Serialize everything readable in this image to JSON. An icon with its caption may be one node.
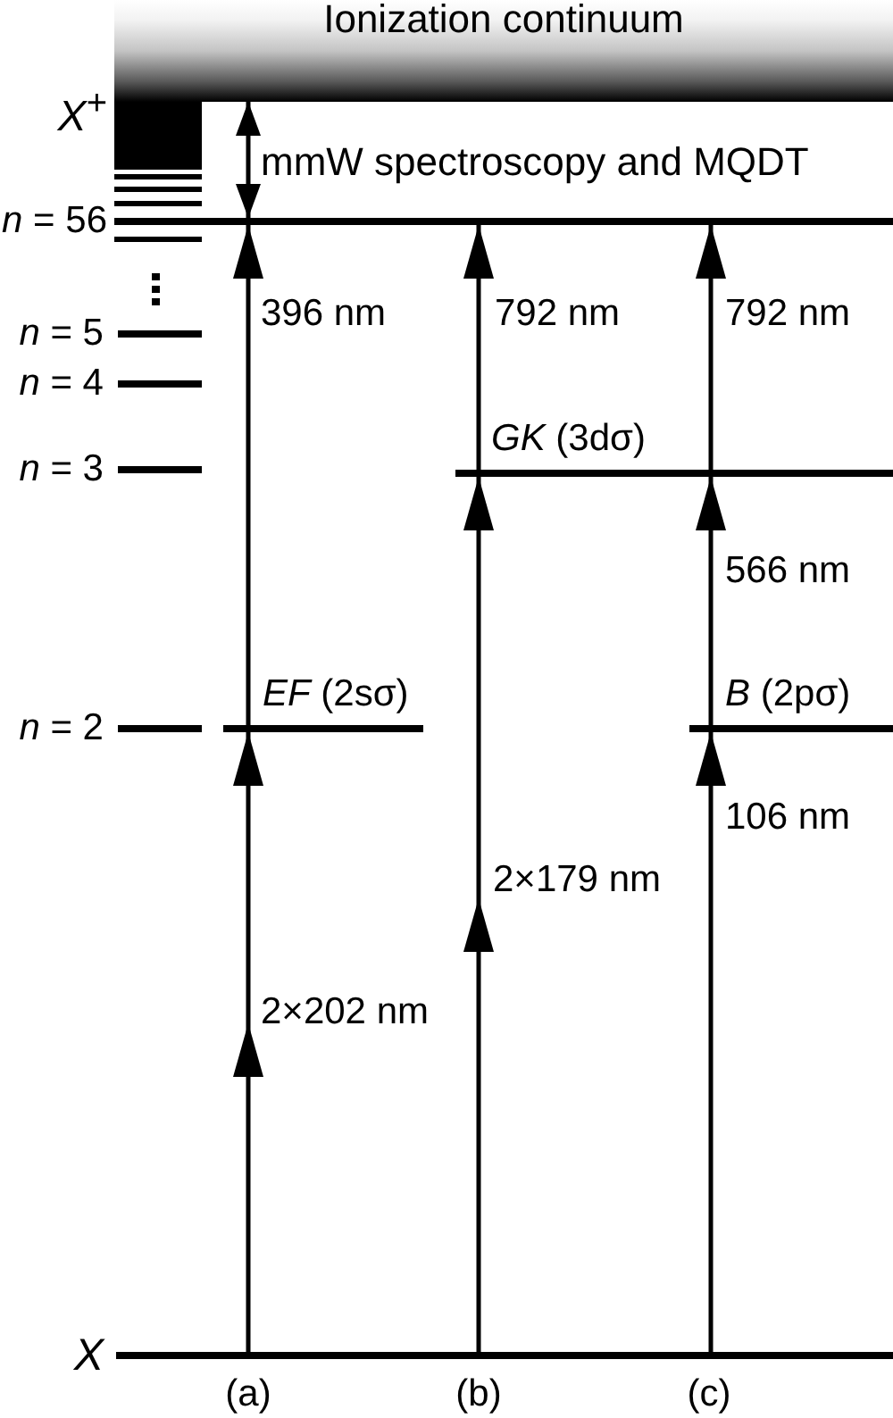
{
  "diagram": {
    "nodes": [
      {
        "text": [
          "Ionization continuum"
        ],
        "beside": [
          "*X*$^{+}$"
        ]
      },
      {
        "text": [
          "*n* = 56"
        ]
      },
      {
        "text": [
          "*n* = 5"
        ]
      },
      {
        "text": [
          "*n* = 4"
        ]
      },
      {
        "text": [
          "*n* = 3"
        ]
      },
      {
        "text": [
          "*GK* (3dσ)"
        ]
      },
      {
        "text": [
          "*n* = 2"
        ]
      },
      {
        "text": [
          "*EF* (2sσ)"
        ]
      },
      {
        "text": [
          "*B* (2pσ)"
        ]
      },
      {
        "text": [
          "X"
        ]
      }
    ],
    "edges": [
      {
        "from": 9,
        "to": 7,
        "arrow": "to",
        "label": "2×202 nm"
      },
      {
        "from": 7,
        "to": 1,
        "arrow": "to",
        "label": "396 nm"
      },
      {
        "from": 9,
        "to": 5,
        "arrow": "to",
        "label": "2×179 nm"
      },
      {
        "from": 5,
        "to": 1,
        "arrow": "to",
        "label": "792 nm"
      },
      {
        "from": 9,
        "to": 8,
        "arrow": "to",
        "label": "106 nm"
      },
      {
        "from": 8,
        "to": 5,
        "arrow": "to",
        "label": "566 nm"
      },
      {
        "from": 5,
        "to": 1,
        "arrow": "to",
        "label": "792 nm"
      },
      {
        "from": 0,
        "to": 1,
        "arrow": "both",
        "label": "mmW spectroscopy and MQDT"
      }
    ],
    "labels": [
      "(a)",
      "(b)",
      "(c)"
    ]
  }
}
